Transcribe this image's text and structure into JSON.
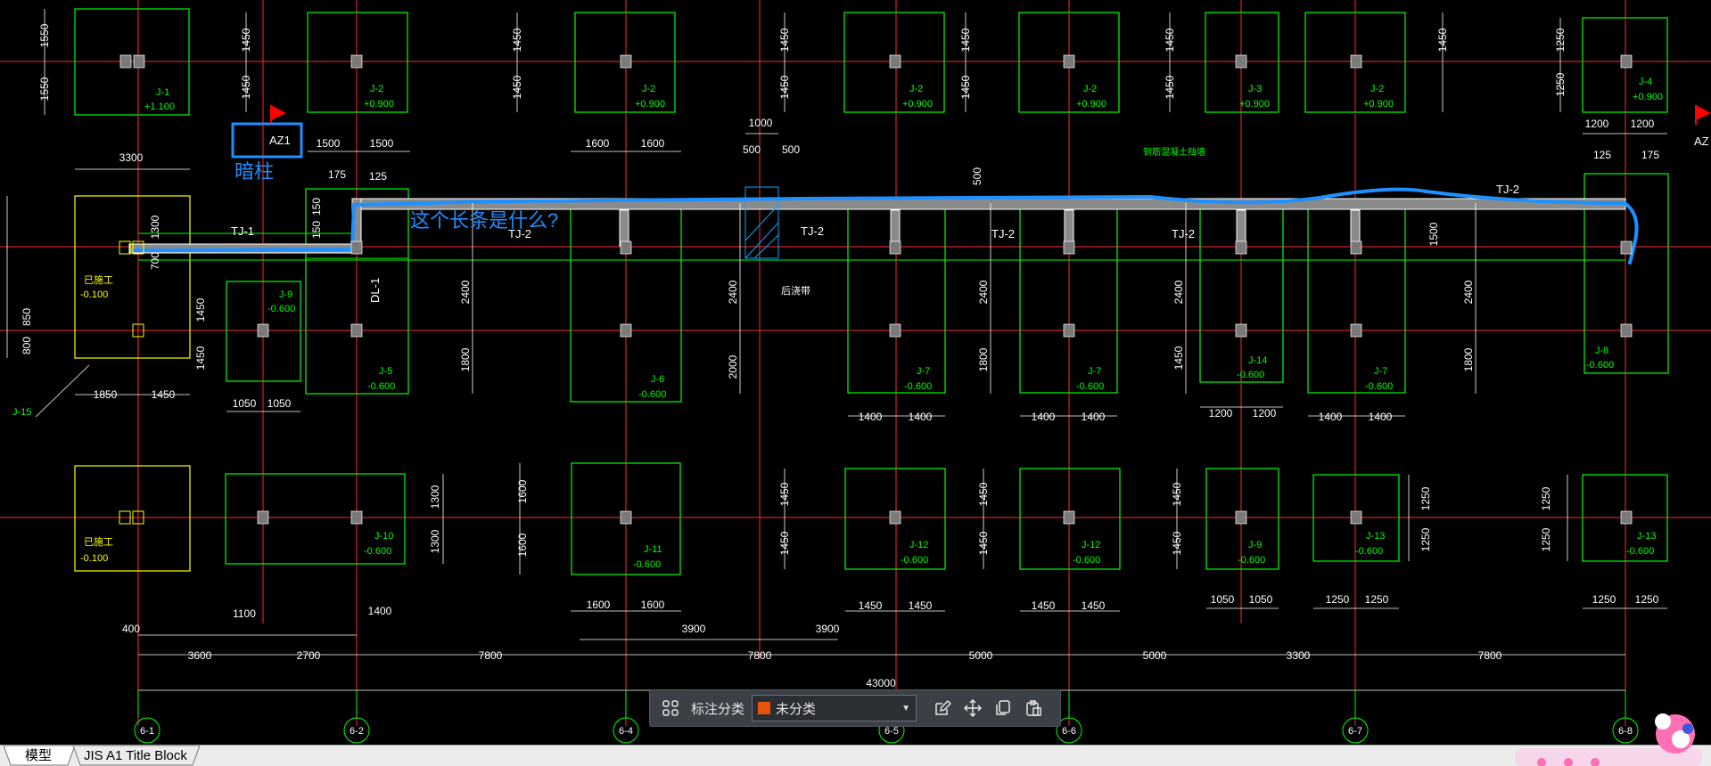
{
  "app": {
    "colors": {
      "background": "#000000",
      "grid_red": "#ff2a2a",
      "outline_green": "#00ff00",
      "dim_white": "#ffffff",
      "annotation_blue": "#1e90ff",
      "existing_yellow": "#ffff00"
    }
  },
  "drawing": {
    "axis_bubbles": [
      "6-1",
      "6-2",
      "6-4",
      "6-5",
      "6-6",
      "6-7",
      "6-8"
    ],
    "annotations": {
      "boxed_label": "AZ1",
      "boxed_label_note": "暗柱",
      "question": "这个长条是什么?",
      "right_edge_label": "AZ"
    },
    "beam_labels": {
      "tj1": "TJ-1",
      "tj2": "TJ-2",
      "dl1": "DL-1",
      "post_pour_strip": "后浇带",
      "beam_note": "钢筋混凝土挡墙"
    },
    "footings_top": [
      {
        "id": "J-1",
        "elev": "+1.100"
      },
      {
        "id": "J-2",
        "elev": "+0.900"
      },
      {
        "id": "J-2",
        "elev": "+0.900"
      },
      {
        "id": "J-2",
        "elev": "+0.900"
      },
      {
        "id": "J-2",
        "elev": "+0.900"
      },
      {
        "id": "J-3",
        "elev": "+0.900"
      },
      {
        "id": "J-2",
        "elev": "+0.900"
      },
      {
        "id": "J-4",
        "elev": "+0.900"
      }
    ],
    "footings_mid": [
      {
        "id": "J-9",
        "elev": "-0.600"
      },
      {
        "id": "J-5",
        "elev": "-0.600"
      },
      {
        "id": "J-6",
        "elev": "-0.600"
      },
      {
        "id": "J-7",
        "elev": "-0.600"
      },
      {
        "id": "J-7",
        "elev": "-0.600"
      },
      {
        "id": "J-14",
        "elev": "-0.600"
      },
      {
        "id": "J-7",
        "elev": "-0.600"
      },
      {
        "id": "J-8",
        "elev": "-0.600"
      }
    ],
    "footings_bottom": [
      {
        "id": "J-10",
        "elev": "-0.600"
      },
      {
        "id": "J-11",
        "elev": "-0.600"
      },
      {
        "id": "J-12",
        "elev": "-0.600"
      },
      {
        "id": "J-12",
        "elev": "-0.600"
      },
      {
        "id": "J-9",
        "elev": "-0.600"
      },
      {
        "id": "J-13",
        "elev": "-0.600"
      },
      {
        "id": "J-13",
        "elev": "-0.600"
      }
    ],
    "existing": {
      "label": "已施工",
      "elev_1": "-0.100",
      "elev_2": "-0.100",
      "leader": "J-15"
    },
    "dims_top": {
      "v1450": "1450",
      "v1550": "1550",
      "v1250": "1250",
      "d1000": "1000",
      "d500": "500",
      "d1500": "1500",
      "d1600": "1600",
      "d1200": "1200",
      "d3300": "3300",
      "d175": "175",
      "d125": "125",
      "d150": "150",
      "d500v": "500"
    },
    "dims_mid": {
      "d1300": "1300",
      "d700": "700",
      "d850": "850",
      "d800": "800",
      "d2400": "2400",
      "d1800": "1800",
      "d2000": "2000",
      "d1850": "1850",
      "d1450": "1450",
      "d1050": "1050",
      "d1400": "1400",
      "d1200": "1200",
      "d1500": "1500"
    },
    "dims_bottom": {
      "d1300": "1300",
      "d1600": "1600",
      "d1100": "1100",
      "d1400": "1400",
      "d1450": "1450",
      "d1050": "1050",
      "d1250": "1250",
      "d3900": "3900",
      "d400": "400"
    },
    "axis_spacing": [
      "3600",
      "2700",
      "7800",
      "7800",
      "5000",
      "5000",
      "3300",
      "7800"
    ],
    "total_length": "43000"
  },
  "toolbar": {
    "grid_icon": "grid-icon",
    "category_label": "标注分类",
    "category_value": "未分类",
    "category_swatch": "#e8520f",
    "edit_icon": "edit-icon",
    "move_icon": "move-icon",
    "copy_icon": "copy-icon",
    "paste_icon": "paste-icon"
  },
  "tabs": {
    "model": "模型",
    "layout": "JIS A1 Title Block"
  }
}
